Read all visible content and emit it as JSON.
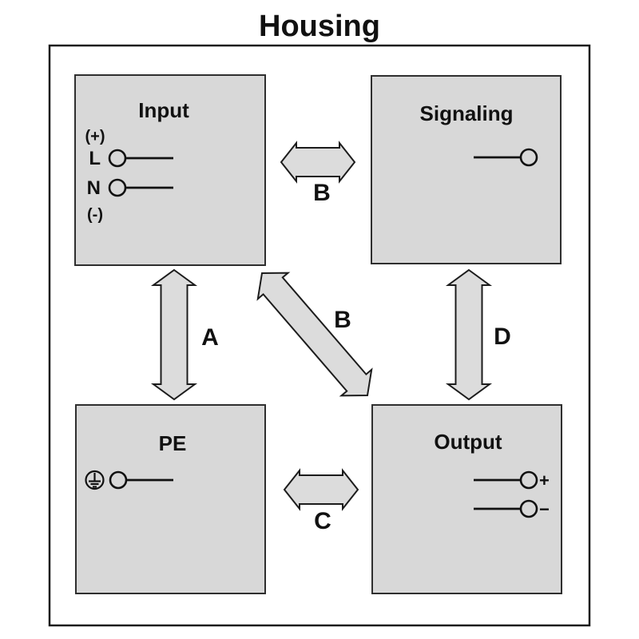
{
  "title": "Housing",
  "colors": {
    "block_fill": "#d8d8d8",
    "arrow_fill": "#dcdcdc",
    "block_stroke": "#2f2f2f",
    "arrow_stroke": "#1c1c1c",
    "outline": "#1a1a1a",
    "text": "#111111"
  },
  "blocks": {
    "input": {
      "label": "Input",
      "terminals": {
        "plus_paren": "(+)",
        "line": "L",
        "neutral": "N",
        "minus_paren": "(-)"
      }
    },
    "signaling": {
      "label": "Signaling"
    },
    "pe": {
      "label": "PE"
    },
    "output": {
      "label": "Output",
      "terminals": {
        "plus": "+",
        "minus": "−"
      }
    }
  },
  "arrows": {
    "a": {
      "label": "A"
    },
    "b_top": {
      "label": "B"
    },
    "b_diagonal": {
      "label": "B"
    },
    "c": {
      "label": "C"
    },
    "d": {
      "label": "D"
    }
  },
  "icons": {
    "protective_earth": "protective-earth-icon"
  }
}
